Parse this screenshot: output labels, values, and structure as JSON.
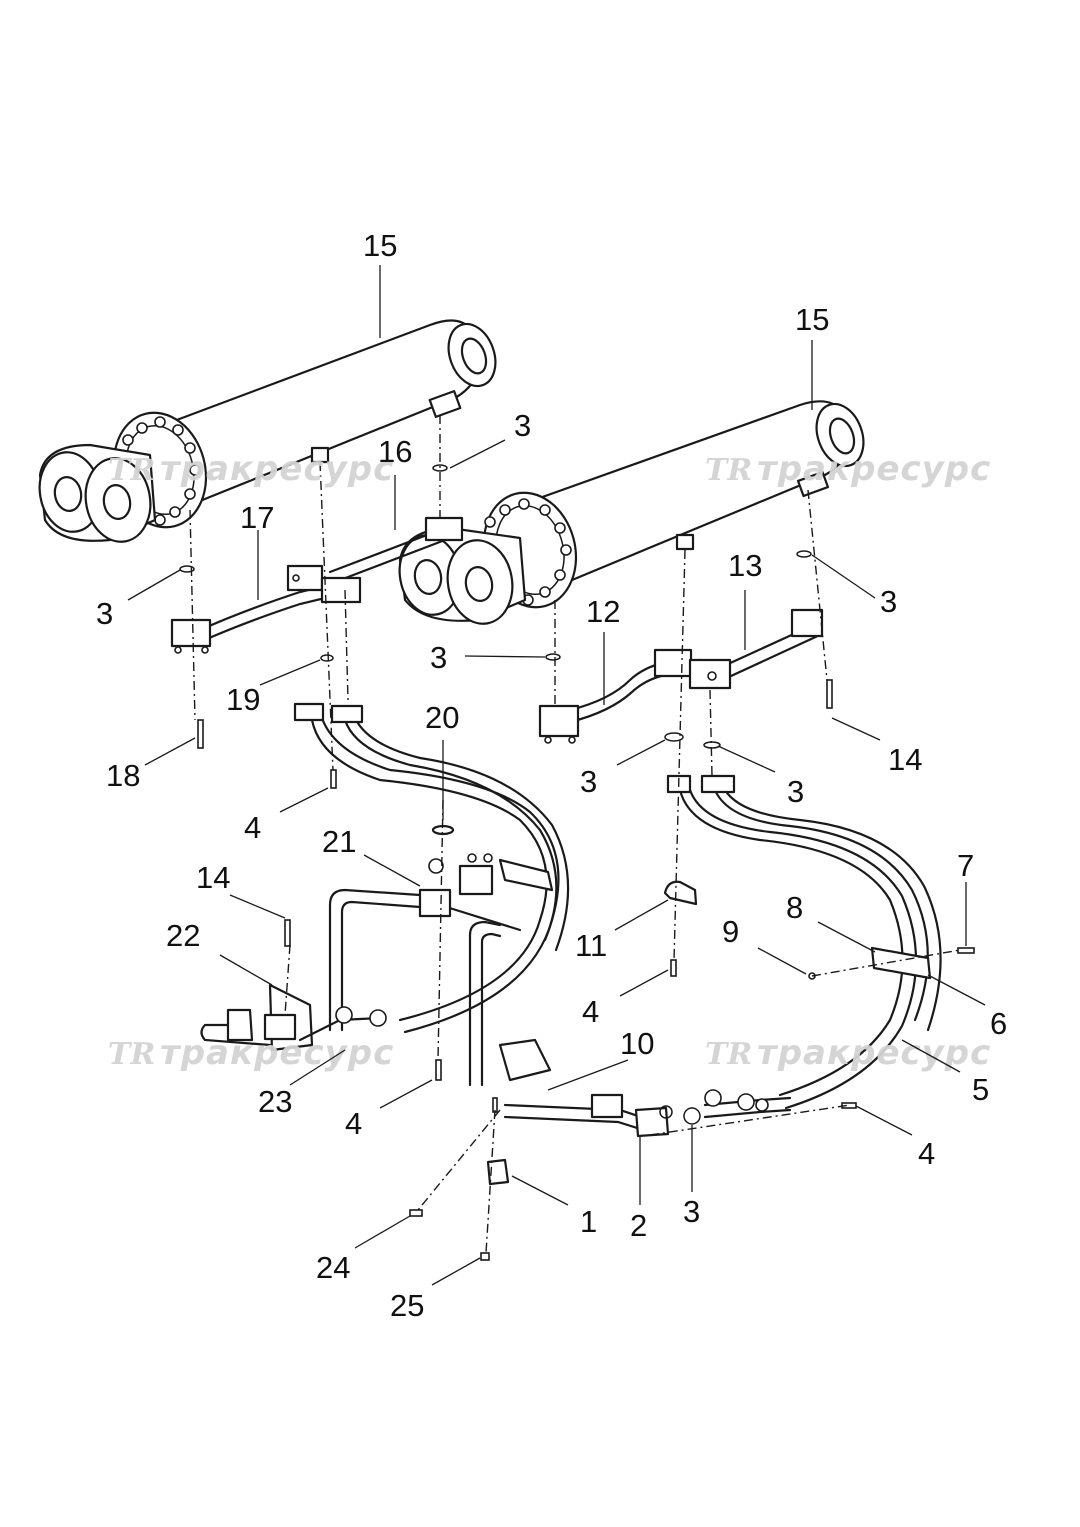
{
  "watermark": {
    "logo": "TR",
    "text": "тракресурс"
  },
  "callouts": [
    {
      "id": "c15a",
      "label": "15"
    },
    {
      "id": "c15b",
      "label": "15"
    },
    {
      "id": "c3a",
      "label": "3"
    },
    {
      "id": "c16",
      "label": "16"
    },
    {
      "id": "c17",
      "label": "17"
    },
    {
      "id": "c13",
      "label": "13"
    },
    {
      "id": "c3b",
      "label": "3"
    },
    {
      "id": "c3c",
      "label": "3"
    },
    {
      "id": "c12",
      "label": "12"
    },
    {
      "id": "c3d",
      "label": "3"
    },
    {
      "id": "c19",
      "label": "19"
    },
    {
      "id": "c20",
      "label": "20"
    },
    {
      "id": "c14a",
      "label": "14"
    },
    {
      "id": "c18",
      "label": "18"
    },
    {
      "id": "c3e",
      "label": "3"
    },
    {
      "id": "c3f",
      "label": "3"
    },
    {
      "id": "c4a",
      "label": "4"
    },
    {
      "id": "c21",
      "label": "21"
    },
    {
      "id": "c7",
      "label": "7"
    },
    {
      "id": "c14b",
      "label": "14"
    },
    {
      "id": "c8",
      "label": "8"
    },
    {
      "id": "c9",
      "label": "9"
    },
    {
      "id": "c22",
      "label": "22"
    },
    {
      "id": "c11",
      "label": "11"
    },
    {
      "id": "c6",
      "label": "6"
    },
    {
      "id": "c4b",
      "label": "4"
    },
    {
      "id": "c10",
      "label": "10"
    },
    {
      "id": "c5",
      "label": "5"
    },
    {
      "id": "c23",
      "label": "23"
    },
    {
      "id": "c4c",
      "label": "4"
    },
    {
      "id": "c4d",
      "label": "4"
    },
    {
      "id": "c1",
      "label": "1"
    },
    {
      "id": "c2",
      "label": "2"
    },
    {
      "id": "c3g",
      "label": "3"
    },
    {
      "id": "c24",
      "label": "24"
    },
    {
      "id": "c25",
      "label": "25"
    }
  ]
}
